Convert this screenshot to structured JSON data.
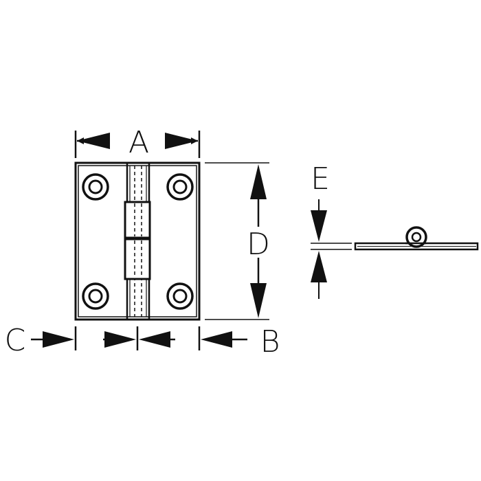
{
  "colors": {
    "ink": "#111111",
    "paper": "#ffffff"
  },
  "labels": {
    "a": "A",
    "b": "B",
    "c": "C",
    "d": "D",
    "e": "E"
  }
}
